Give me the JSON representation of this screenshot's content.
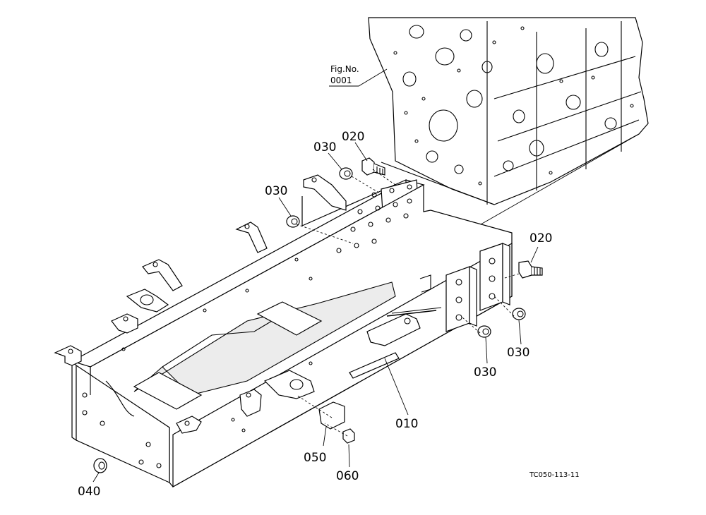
{
  "figure_ref": {
    "line1": "Fig.No.",
    "line2": "0001"
  },
  "drawing_code": "TC050-113-11",
  "callouts": [
    {
      "id": "020a",
      "text": "020"
    },
    {
      "id": "030a",
      "text": "030"
    },
    {
      "id": "030b",
      "text": "030"
    },
    {
      "id": "020b",
      "text": "020"
    },
    {
      "id": "030c",
      "text": "030"
    },
    {
      "id": "030d",
      "text": "030"
    },
    {
      "id": "010",
      "text": "010"
    },
    {
      "id": "050",
      "text": "050"
    },
    {
      "id": "060",
      "text": "060"
    },
    {
      "id": "040",
      "text": "040"
    }
  ],
  "colors": {
    "ink": "#000000",
    "paper": "#ffffff"
  }
}
